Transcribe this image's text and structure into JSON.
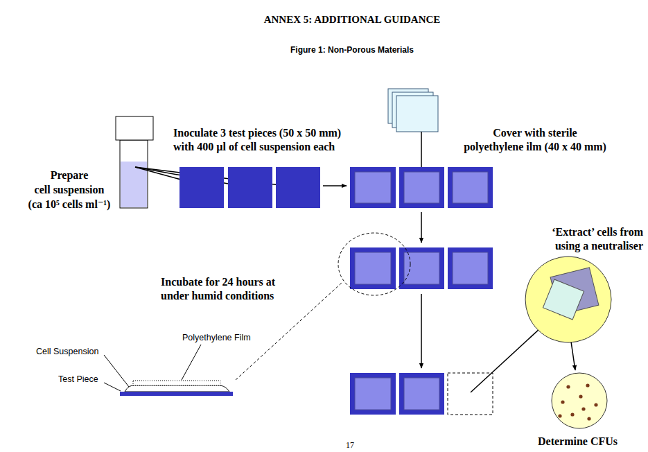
{
  "diagram": {
    "title": "ANNEX 5: ADDITIONAL GUIDANCE",
    "caption": "Figure 1: Non-Porous Materials",
    "labels": [
      "Prepare",
      "cell suspension",
      "(ca 10⁵ cells ml⁻¹)",
      "Inoculate 3 test pieces (50 x 50 mm)",
      "with 400 µl of cell suspension each",
      "Cover with sterile",
      "polyethylene ilm (40 x 40 mm)",
      "Incubate for 24 hours at",
      "under humid conditions",
      "‘Extract’ cells from",
      "using a neutraliser",
      "Polyethylene Film",
      "Cell Suspension",
      "Test Piece",
      "Determine CFUs",
      "17"
    ]
  }
}
